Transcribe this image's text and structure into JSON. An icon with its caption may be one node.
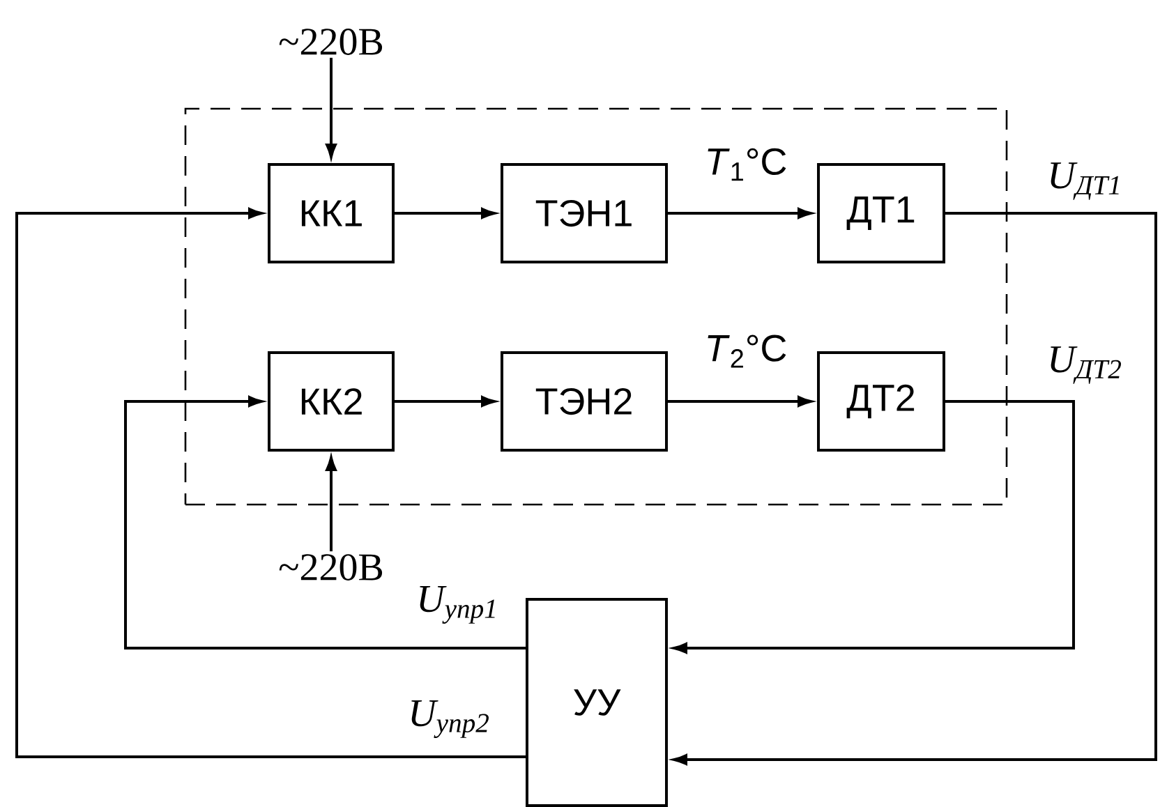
{
  "diagram": {
    "nodes": [
      {
        "text": [
          "~220В"
        ]
      },
      {
        "text": [],
        "shape": "box"
      },
      {
        "text": [
          "КК1"
        ],
        "in": 1
      },
      {
        "text": [
          "ТЭН1"
        ],
        "in": 1
      },
      {
        "text": [
          "ДТ1"
        ],
        "in": 1
      },
      {
        "text": [
          "КК2"
        ],
        "in": 1
      },
      {
        "text": [
          "ТЭН2"
        ],
        "in": 1
      },
      {
        "text": [
          "ДТ2"
        ],
        "in": 1
      },
      {
        "text": [
          "~220В"
        ]
      },
      {
        "text": [
          "УУ"
        ]
      }
    ],
    "edges": [
      {
        "from": 0,
        "to": 2,
        "arrow": "to"
      },
      {
        "from": 2,
        "to": 3,
        "arrow": "to"
      },
      {
        "from": 3,
        "to": 4,
        "arrow": "to",
        "label": "*T*$_{1}$°C"
      },
      {
        "from": 4,
        "to": 9,
        "arrow": "to",
        "label": "U$_{ДТ1}$"
      },
      {
        "from": 5,
        "to": 6,
        "arrow": "to"
      },
      {
        "from": 6,
        "to": 7,
        "arrow": "to",
        "label": "*T*$_{2}$°C"
      },
      {
        "from": 7,
        "to": 9,
        "arrow": "to",
        "label": "U$_{ДТ2}$"
      },
      {
        "from": 8,
        "to": 5,
        "arrow": "to"
      },
      {
        "from": 9,
        "to": 5,
        "arrow": "to",
        "label": "U$_{упр1}$"
      },
      {
        "from": 9,
        "to": 2,
        "arrow": "to",
        "label": "U$_{упр2}$"
      }
    ]
  }
}
